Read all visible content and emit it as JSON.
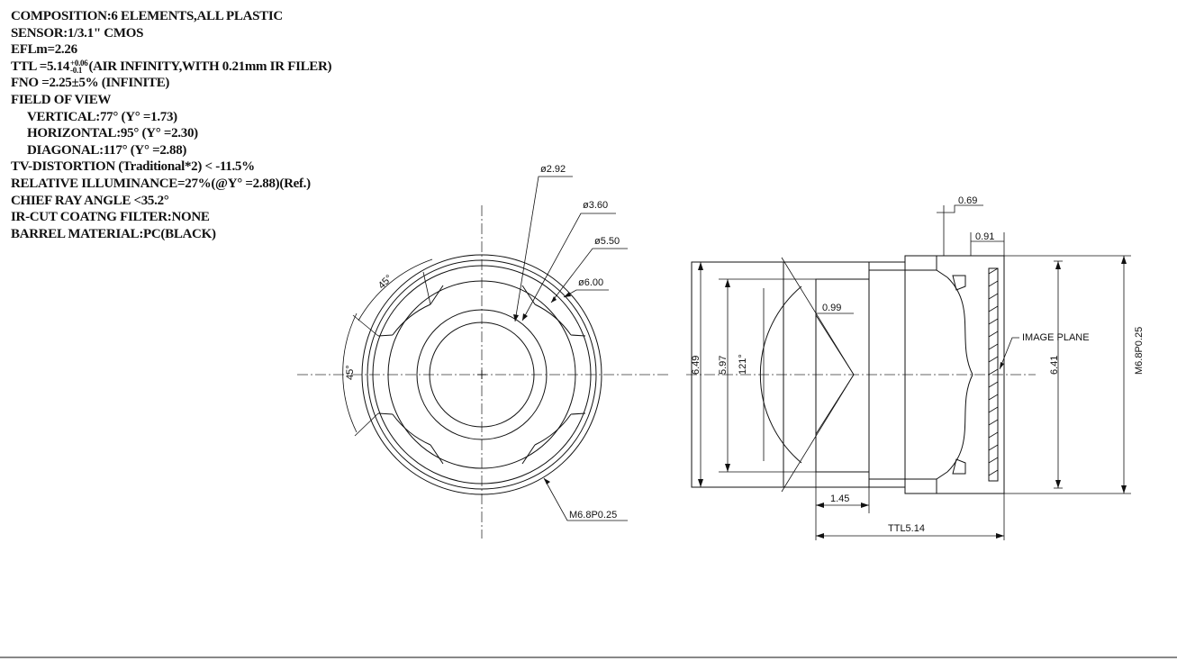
{
  "specs": [
    {
      "text": "COMPOSITION:6 ELEMENTS,ALL PLASTIC",
      "indent": false
    },
    {
      "text": "SENSOR:1/3.1\" CMOS",
      "indent": false
    },
    {
      "text": "EFLm=2.26",
      "indent": false
    },
    {
      "text": "TTL =5.14",
      "sup": "+0.06",
      "sub": "-0.1",
      "tail": "(AIR INFINITY,WITH 0.21mm IR FILER)",
      "indent": false
    },
    {
      "text": "FNO =2.25±5% (INFINITE)",
      "indent": false
    },
    {
      "text": "FIELD OF VIEW",
      "indent": false
    },
    {
      "text": "VERTICAL:77° (Y° =1.73)",
      "indent": true
    },
    {
      "text": "HORIZONTAL:95° (Y° =2.30)",
      "indent": true
    },
    {
      "text": "DIAGONAL:117° (Y° =2.88)",
      "indent": true
    },
    {
      "text": "TV-DISTORTION (Traditional*2) < -11.5%",
      "indent": false
    },
    {
      "text": "RELATIVE ILLUMINANCE=27%(@Y° =2.88)(Ref.)",
      "indent": false
    },
    {
      "text": "CHIEF RAY ANGLE <35.2°",
      "indent": false
    },
    {
      "text": "IR-CUT COATNG FILTER:NONE",
      "indent": false
    },
    {
      "text": "BARREL MATERIAL:PC(BLACK)",
      "indent": false
    }
  ],
  "front_view": {
    "callouts": {
      "d292": "ø2.92",
      "d360": "ø3.60",
      "d550": "ø5.50",
      "d600": "ø6.00",
      "thread": "M6.8P0.25"
    },
    "angle_top": "45°",
    "angle_left": "45°"
  },
  "side_view": {
    "dims": {
      "d069": "0.69",
      "d091": "0.91",
      "d099": "0.99",
      "d145": "1.45",
      "ttl": "TTL5.14",
      "d649": "6.49",
      "d597": "5.97",
      "fov": "121°",
      "d641": "6.41",
      "thread": "M6.8P0.25"
    },
    "image_plane": "IMAGE PLANE"
  }
}
